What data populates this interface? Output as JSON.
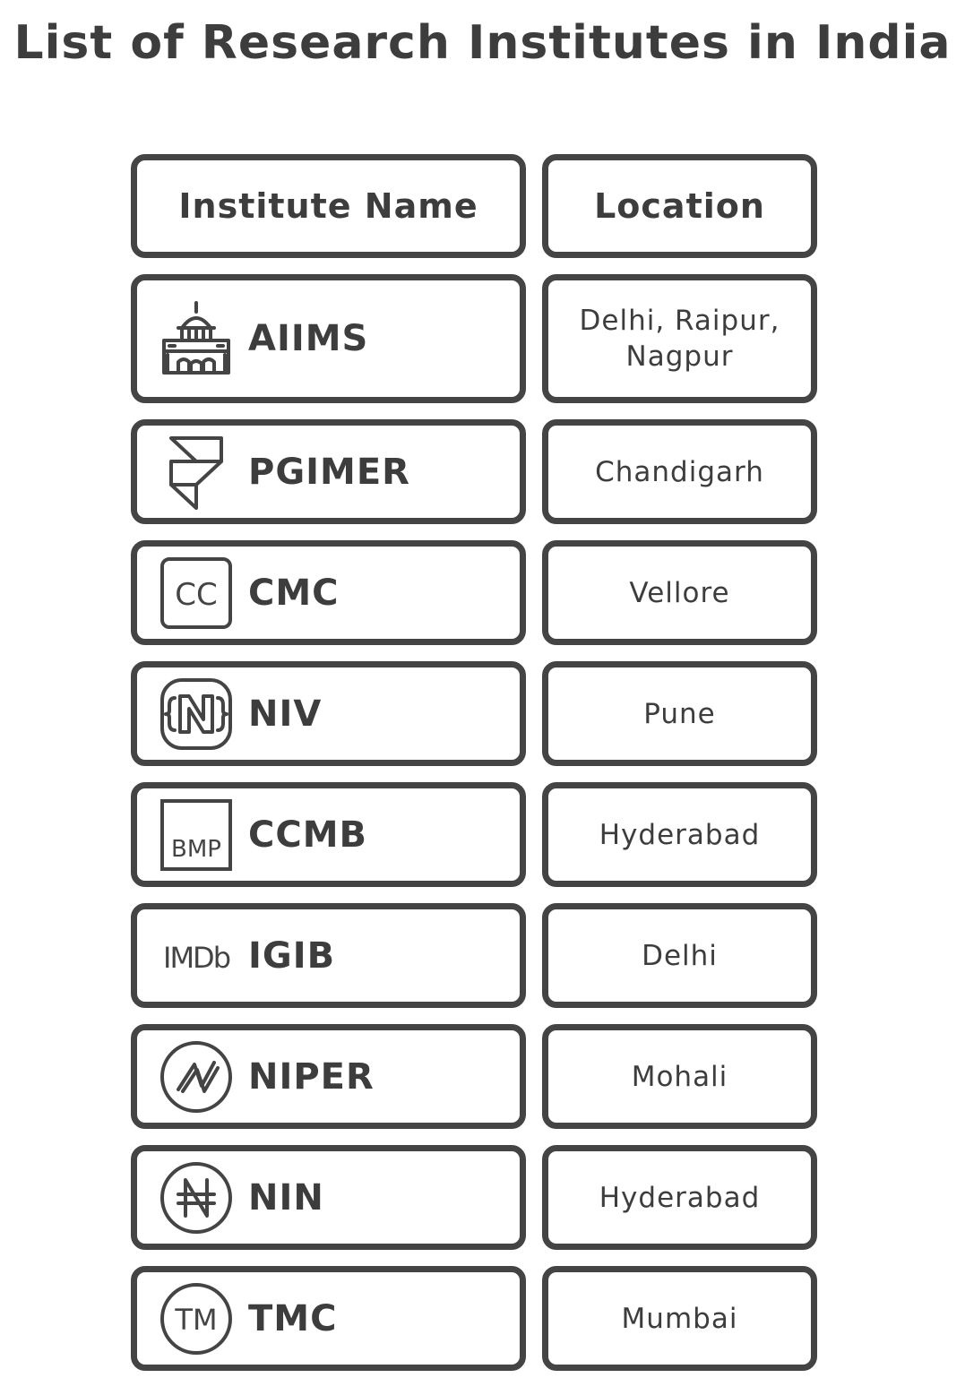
{
  "title": "List of Research Institutes in India",
  "headers": {
    "name": "Institute Name",
    "location": "Location"
  },
  "rows": [
    {
      "name": "AIIMS",
      "location": "Delhi, Raipur, Nagpur",
      "icon": "building-icon"
    },
    {
      "name": "PGIMER",
      "location": "Chandigarh",
      "icon": "framer-icon"
    },
    {
      "name": "CMC",
      "location": "Vellore",
      "icon": "closed-captions-icon"
    },
    {
      "name": "NIV",
      "location": "Pune",
      "icon": "nativescript-icon"
    },
    {
      "name": "CCMB",
      "location": "Hyderabad",
      "icon": "bmp-file-icon"
    },
    {
      "name": "IGIB",
      "location": "Delhi",
      "icon": "imdb-icon"
    },
    {
      "name": "NIPER",
      "location": "Mohali",
      "icon": "brand-n-circle-icon"
    },
    {
      "name": "NIN",
      "location": "Hyderabad",
      "icon": "naira-icon"
    },
    {
      "name": "TMC",
      "location": "Mumbai",
      "icon": "trademark-icon",
      "icon_text": "TM"
    }
  ],
  "icon_texts": {
    "cc": "CC",
    "bmp": "BMP",
    "imdb": "IMDb"
  },
  "colors": {
    "stroke": "#444444",
    "text": "#3d3d3d",
    "background": "#ffffff"
  }
}
